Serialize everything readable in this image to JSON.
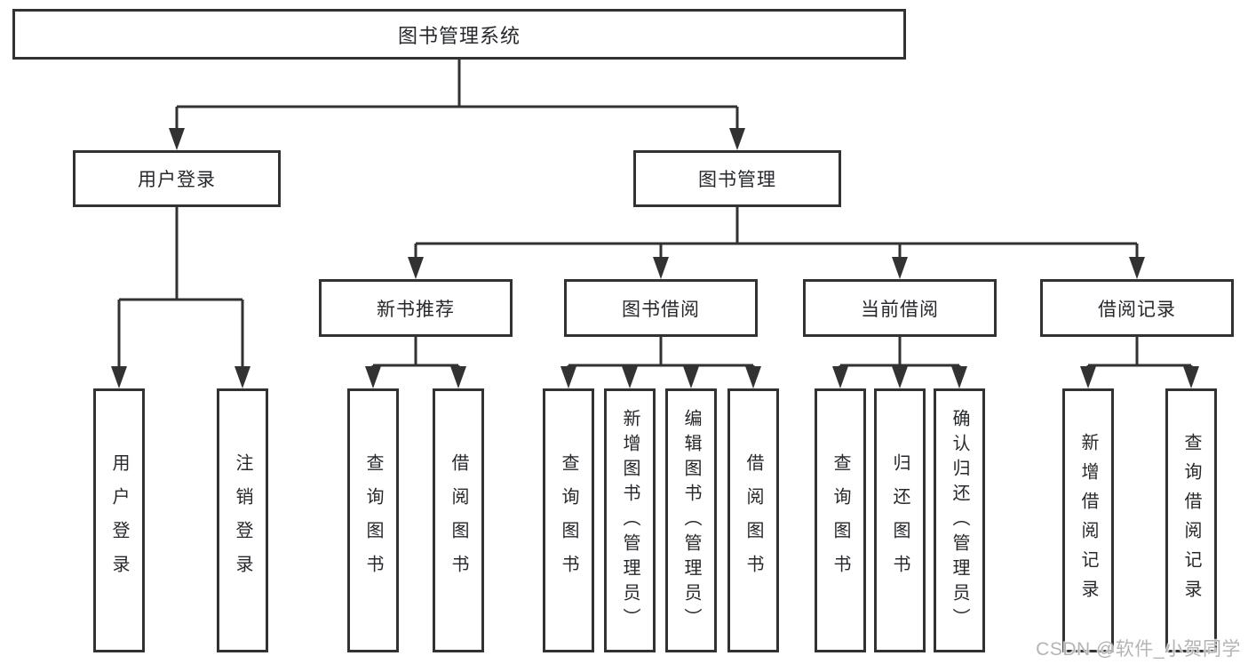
{
  "tree": {
    "label": "图书管理系统",
    "children": [
      {
        "label": "用户登录",
        "children": [
          {
            "label": "用户登录"
          },
          {
            "label": "注销登录"
          }
        ]
      },
      {
        "label": "图书管理",
        "children": [
          {
            "label": "新书推荐",
            "children": [
              {
                "label": "查询图书"
              },
              {
                "label": "借阅图书"
              }
            ]
          },
          {
            "label": "图书借阅",
            "children": [
              {
                "label": "查询图书"
              },
              {
                "label": "新增图书（管理员）"
              },
              {
                "label": "编辑图书（管理员）"
              },
              {
                "label": "借阅图书"
              }
            ]
          },
          {
            "label": "当前借阅",
            "children": [
              {
                "label": "查询图书"
              },
              {
                "label": "归还图书"
              },
              {
                "label": "确认归还（管理员）"
              }
            ]
          },
          {
            "label": "借阅记录",
            "children": [
              {
                "label": "新增借阅记录"
              },
              {
                "label": "查询借阅记录"
              }
            ]
          }
        ]
      }
    ]
  },
  "watermark": {
    "text": "CSDN @软件_小贺同学"
  },
  "colors": {
    "line": "#323232",
    "text": "#26282c",
    "box_background": "#ffffff",
    "page_background": "#ffffff",
    "watermark": "#b4b4b4"
  }
}
